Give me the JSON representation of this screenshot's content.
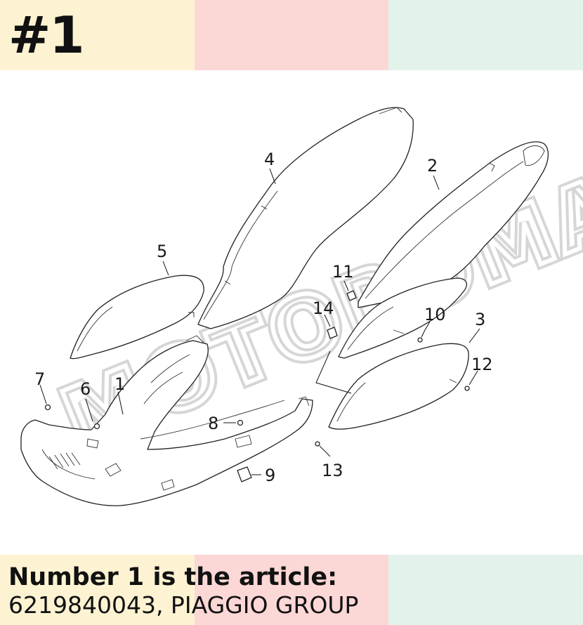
{
  "header": {
    "ref_number": "#1"
  },
  "diagram": {
    "watermark_text": "MOTOROMANIA",
    "colors": {
      "band_yellow": "#fdf3d2",
      "band_pink": "#fbd7d6",
      "band_green": "#e3f3ec",
      "watermark": "#d0d0d0"
    },
    "callouts": [
      {
        "id": "1",
        "label": "1"
      },
      {
        "id": "2",
        "label": "2"
      },
      {
        "id": "3",
        "label": "3"
      },
      {
        "id": "4",
        "label": "4"
      },
      {
        "id": "5",
        "label": "5"
      },
      {
        "id": "6",
        "label": "6"
      },
      {
        "id": "7",
        "label": "7"
      },
      {
        "id": "8",
        "label": "8"
      },
      {
        "id": "9",
        "label": "9"
      },
      {
        "id": "10",
        "label": "10"
      },
      {
        "id": "11",
        "label": "11"
      },
      {
        "id": "12",
        "label": "12"
      },
      {
        "id": "13",
        "label": "13"
      },
      {
        "id": "14",
        "label": "14"
      }
    ]
  },
  "caption": {
    "line1": "Number 1 is the article:",
    "line2": "6219840043, PIAGGIO GROUP"
  }
}
